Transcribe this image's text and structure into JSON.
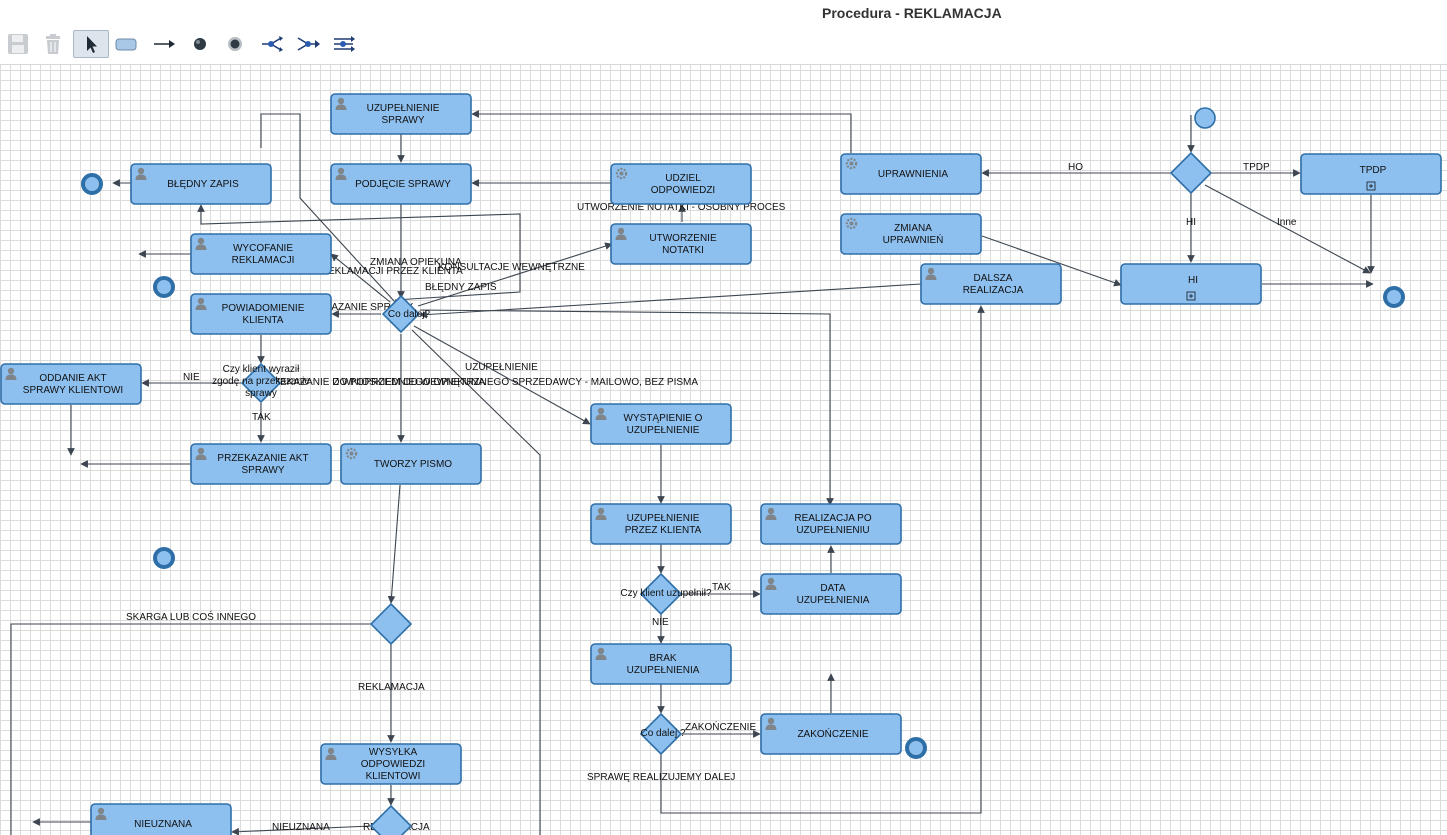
{
  "window": {
    "title": "Procedura - REKLAMACJA"
  },
  "toolbar": {
    "tools": [
      {
        "name": "save-tool",
        "icon": "save-icon"
      },
      {
        "name": "delete-tool",
        "icon": "trash-icon"
      },
      {
        "name": "select-tool",
        "icon": "pointer-icon",
        "active": true
      },
      {
        "name": "task-tool",
        "icon": "rounded-rect-icon"
      },
      {
        "name": "connector-tool",
        "icon": "arrow-right-icon"
      },
      {
        "name": "end-event-tool",
        "icon": "filled-circle-icon"
      },
      {
        "name": "intermediate-event-tool",
        "icon": "ring-circle-icon"
      },
      {
        "name": "gateway-split-tool",
        "icon": "split-icon"
      },
      {
        "name": "gateway-merge-tool",
        "icon": "merge-icon"
      },
      {
        "name": "gateway-parallel-tool",
        "icon": "parallel-icon"
      }
    ]
  },
  "colors": {
    "task_fill": "#8ec0ef",
    "task_stroke": "#2f6fa8",
    "edge": "#3d4650"
  },
  "diagram": {
    "tasks": [
      {
        "id": "uzupelnienie_sprawy",
        "kind": "user",
        "lines": [
          "UZUPEŁNIENIE",
          "SPRAWY"
        ]
      },
      {
        "id": "podjecie_sprawy",
        "kind": "user",
        "lines": [
          "PODJĘCIE SPRAWY"
        ]
      },
      {
        "id": "bledny_zapis",
        "kind": "user",
        "lines": [
          "BŁĘDNY ZAPIS"
        ]
      },
      {
        "id": "udziel_odpowiedzi",
        "kind": "service",
        "lines": [
          "UDZIEL",
          "ODPOWIEDZI"
        ]
      },
      {
        "id": "uprawnienia",
        "kind": "service",
        "lines": [
          "UPRAWNIENIA"
        ]
      },
      {
        "id": "tpdp",
        "kind": "subprocess",
        "lines": [
          "TPDP"
        ]
      },
      {
        "id": "zmiana_uprawnien",
        "kind": "service",
        "lines": [
          "ZMIANA",
          "UPRAWNIEŃ"
        ]
      },
      {
        "id": "wycofanie_reklamacji",
        "kind": "user",
        "lines": [
          "WYCOFANIE",
          "REKLAMACJI"
        ]
      },
      {
        "id": "utworzenie_notatki",
        "kind": "user",
        "lines": [
          "UTWORZENIE",
          "NOTATKI"
        ]
      },
      {
        "id": "dalsza_realizacja",
        "kind": "user",
        "lines": [
          "DALSZA",
          "REALIZACJA"
        ]
      },
      {
        "id": "hi",
        "kind": "subprocess",
        "lines": [
          "HI"
        ]
      },
      {
        "id": "powiadomienie_klienta",
        "kind": "user",
        "lines": [
          "POWIADOMIENIE",
          "KLIENTA"
        ]
      },
      {
        "id": "oddanie_akt",
        "kind": "user",
        "lines": [
          "ODDANIE AKT",
          "SPRAWY KLIENTOWI"
        ]
      },
      {
        "id": "wystapienie",
        "kind": "user",
        "lines": [
          "WYSTĄPIENIE O",
          "UZUPEŁNIENIE"
        ]
      },
      {
        "id": "przekazanie_akt",
        "kind": "user",
        "lines": [
          "PRZEKAZANIE AKT",
          "SPRAWY"
        ]
      },
      {
        "id": "tworzy_pismo",
        "kind": "service",
        "lines": [
          "TWORZY PISMO"
        ]
      },
      {
        "id": "uzupelnienie_przez_klienta",
        "kind": "user",
        "lines": [
          "UZUPEŁNIENIE",
          "PRZEZ KLIENTA"
        ]
      },
      {
        "id": "realizacja_po",
        "kind": "user",
        "lines": [
          "REALIZACJA PO",
          "UZUPEŁNIENIU"
        ]
      },
      {
        "id": "data_uzupelnienia",
        "kind": "user",
        "lines": [
          "DATA",
          "UZUPEŁNIENIA"
        ]
      },
      {
        "id": "brak_uzupelnienia",
        "kind": "user",
        "lines": [
          "BRAK",
          "UZUPEŁNIENIA"
        ]
      },
      {
        "id": "zakonczenie",
        "kind": "user",
        "lines": [
          "ZAKOŃCZENIE"
        ]
      },
      {
        "id": "wysylka",
        "kind": "user",
        "lines": [
          "WYSYŁKA",
          "ODPOWIEDZI",
          "KLIENTOWI"
        ]
      },
      {
        "id": "nieuznana",
        "kind": "user",
        "lines": [
          "NIEUZNANA"
        ]
      }
    ],
    "gateways": [
      {
        "id": "gw_start",
        "label": ""
      },
      {
        "id": "gw_co_dalej",
        "label": "Co dalej?"
      },
      {
        "id": "gw_zgoda",
        "label": "Czy klient wyraził zgodę na przekazanie sprawy"
      },
      {
        "id": "gw_czy_uzupelnil",
        "label": "Czy klient uzupełnił?"
      },
      {
        "id": "gw_skarga",
        "label": ""
      },
      {
        "id": "gw_co_dalej2",
        "label": "Co dalej ?"
      },
      {
        "id": "gw_bottom",
        "label": ""
      }
    ],
    "edge_labels": [
      "HO",
      "TPDP",
      "HI",
      "Inne",
      "ZMIANA OPIEKUNA",
      "WYCOFANIE REKLAMACJI PRZEZ KLIENTA",
      "KONSULTACJE WEWNĘTRZNE",
      "UTWORZENIE NOTATKI - OSOBNY PROCES",
      "BŁĘDNY ZAPIS",
      "PRZEKAZANIE SPRAWY",
      "UZUPEŁNIENIE",
      "PRZEKAZANIE DO POPRZEDNIEGO OPIEKUNA",
      "Z WNIOSKIEM OD WEWNĘTRZNEGO SPRZEDAWCY - MAILOWO, BEZ PISMA",
      "NIE",
      "TAK",
      "SKARGA LUB COŚ INNEGO",
      "REKLAMACJA",
      "TAK",
      "NIE",
      "ZAKOŃCZENIE",
      "SPRAWĘ REALIZUJEMY DALEJ",
      "NIEUZNANA",
      "REKLAMACJA"
    ]
  }
}
